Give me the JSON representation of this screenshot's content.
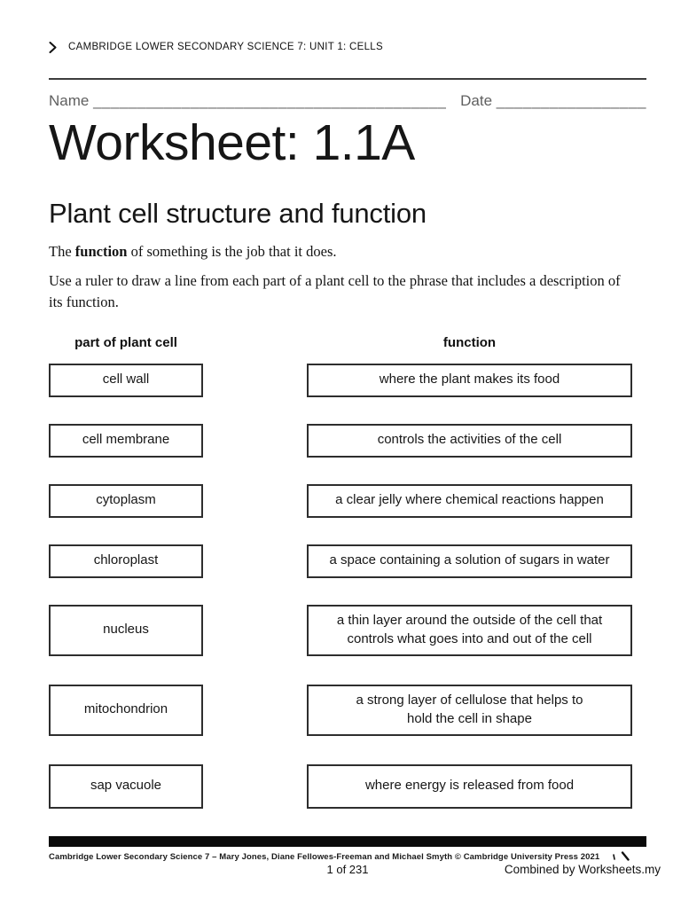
{
  "header": {
    "course_title": "CAMBRIDGE LOWER SECONDARY SCIENCE 7: UNIT 1: CELLS",
    "chevron_icon": "chevron-right"
  },
  "name_date": {
    "name_label": "Name",
    "name_line": "________________________________________",
    "date_label": "Date",
    "date_line": "_________________"
  },
  "title": "Worksheet: 1.1A",
  "section": {
    "heading": "Plant cell structure and function",
    "intro_prefix": "The ",
    "intro_bold": "function",
    "intro_suffix": " of something is the job that it does.",
    "instructions": "Use a ruler to draw a line from each part of a plant cell to the phrase that includes a description of its function."
  },
  "matching": {
    "left_header": "part of plant cell",
    "right_header": "function",
    "rows": [
      {
        "left": "cell wall",
        "right": "where the plant makes its food"
      },
      {
        "left": "cell membrane",
        "right": "controls the activities of the cell"
      },
      {
        "left": "cytoplasm",
        "right": "a clear jelly where chemical reactions happen"
      },
      {
        "left": "chloroplast",
        "right": "a space containing a solution of sugars in water"
      },
      {
        "left": "nucleus",
        "right": "a thin layer around the outside of the cell that controls what goes into and out of the cell"
      },
      {
        "left": "mitochondrion",
        "right": "a strong layer of cellulose that helps to hold the cell in shape"
      },
      {
        "left": "sap vacuole",
        "right": "where energy is released from food"
      }
    ]
  },
  "footer": {
    "credit": "Cambridge Lower Secondary Science 7 – Mary Jones, Diane Fellowes-Freeman and Michael Smyth © Cambridge University Press 2021",
    "page_indicator": "1 of 231",
    "combined_by": "Combined by Worksheets.my"
  },
  "colors": {
    "text": "#1c1c1c",
    "muted_gray": "#606060",
    "rule": "#3d3d3d",
    "box_border": "#2e2e2e",
    "footer_bar": "#0a0a0a",
    "background": "#ffffff"
  }
}
